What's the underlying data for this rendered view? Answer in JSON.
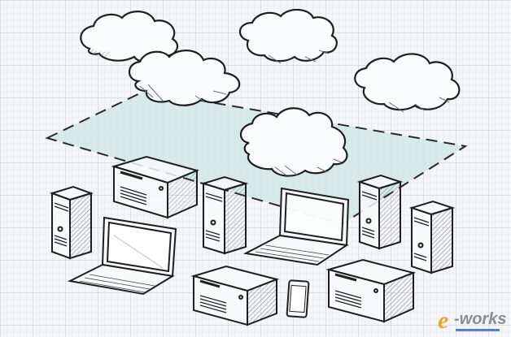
{
  "illustration": {
    "subject": "cloud computing network sketch",
    "background": {
      "color": "#f4f6f8",
      "grid_color": "#c9d1d8",
      "grid_minor": 8,
      "grid_major": 40
    },
    "cloud_layer_plane": {
      "fill": "#cfe6e4",
      "stroke": "#2a2a2a",
      "dashed": true
    },
    "clouds_count": 5,
    "devices": [
      {
        "type": "tower-server",
        "count": 4
      },
      {
        "type": "desktop-box",
        "count": 3
      },
      {
        "type": "laptop",
        "count": 2
      },
      {
        "type": "smartphone",
        "count": 1
      }
    ]
  },
  "watermark": {
    "e": "e",
    "text": "-works",
    "e_color": "#e8a630",
    "text_color": "#8a8f96",
    "underline_color": "#5b7fc4"
  }
}
